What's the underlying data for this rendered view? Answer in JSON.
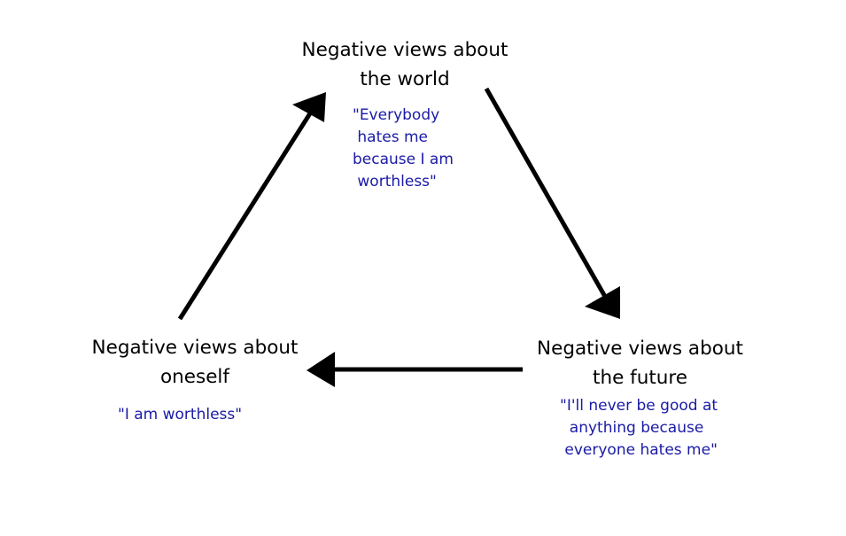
{
  "nodes": {
    "world": {
      "title_line1": "Negative views about",
      "title_line2": "the world",
      "quote": "\"Everybody\n hates me\nbecause I am\n worthless\""
    },
    "future": {
      "title_line1": "Negative views about",
      "title_line2": "the future",
      "quote": "\"I'll never be good at\n  anything because\n everyone hates me\""
    },
    "self": {
      "title_line1": "Negative views about",
      "title_line2": "oneself",
      "quote": "\"I am worthless\""
    }
  },
  "colors": {
    "title": "#000000",
    "quote": "#1a1aa6",
    "arrow": "#000000"
  }
}
